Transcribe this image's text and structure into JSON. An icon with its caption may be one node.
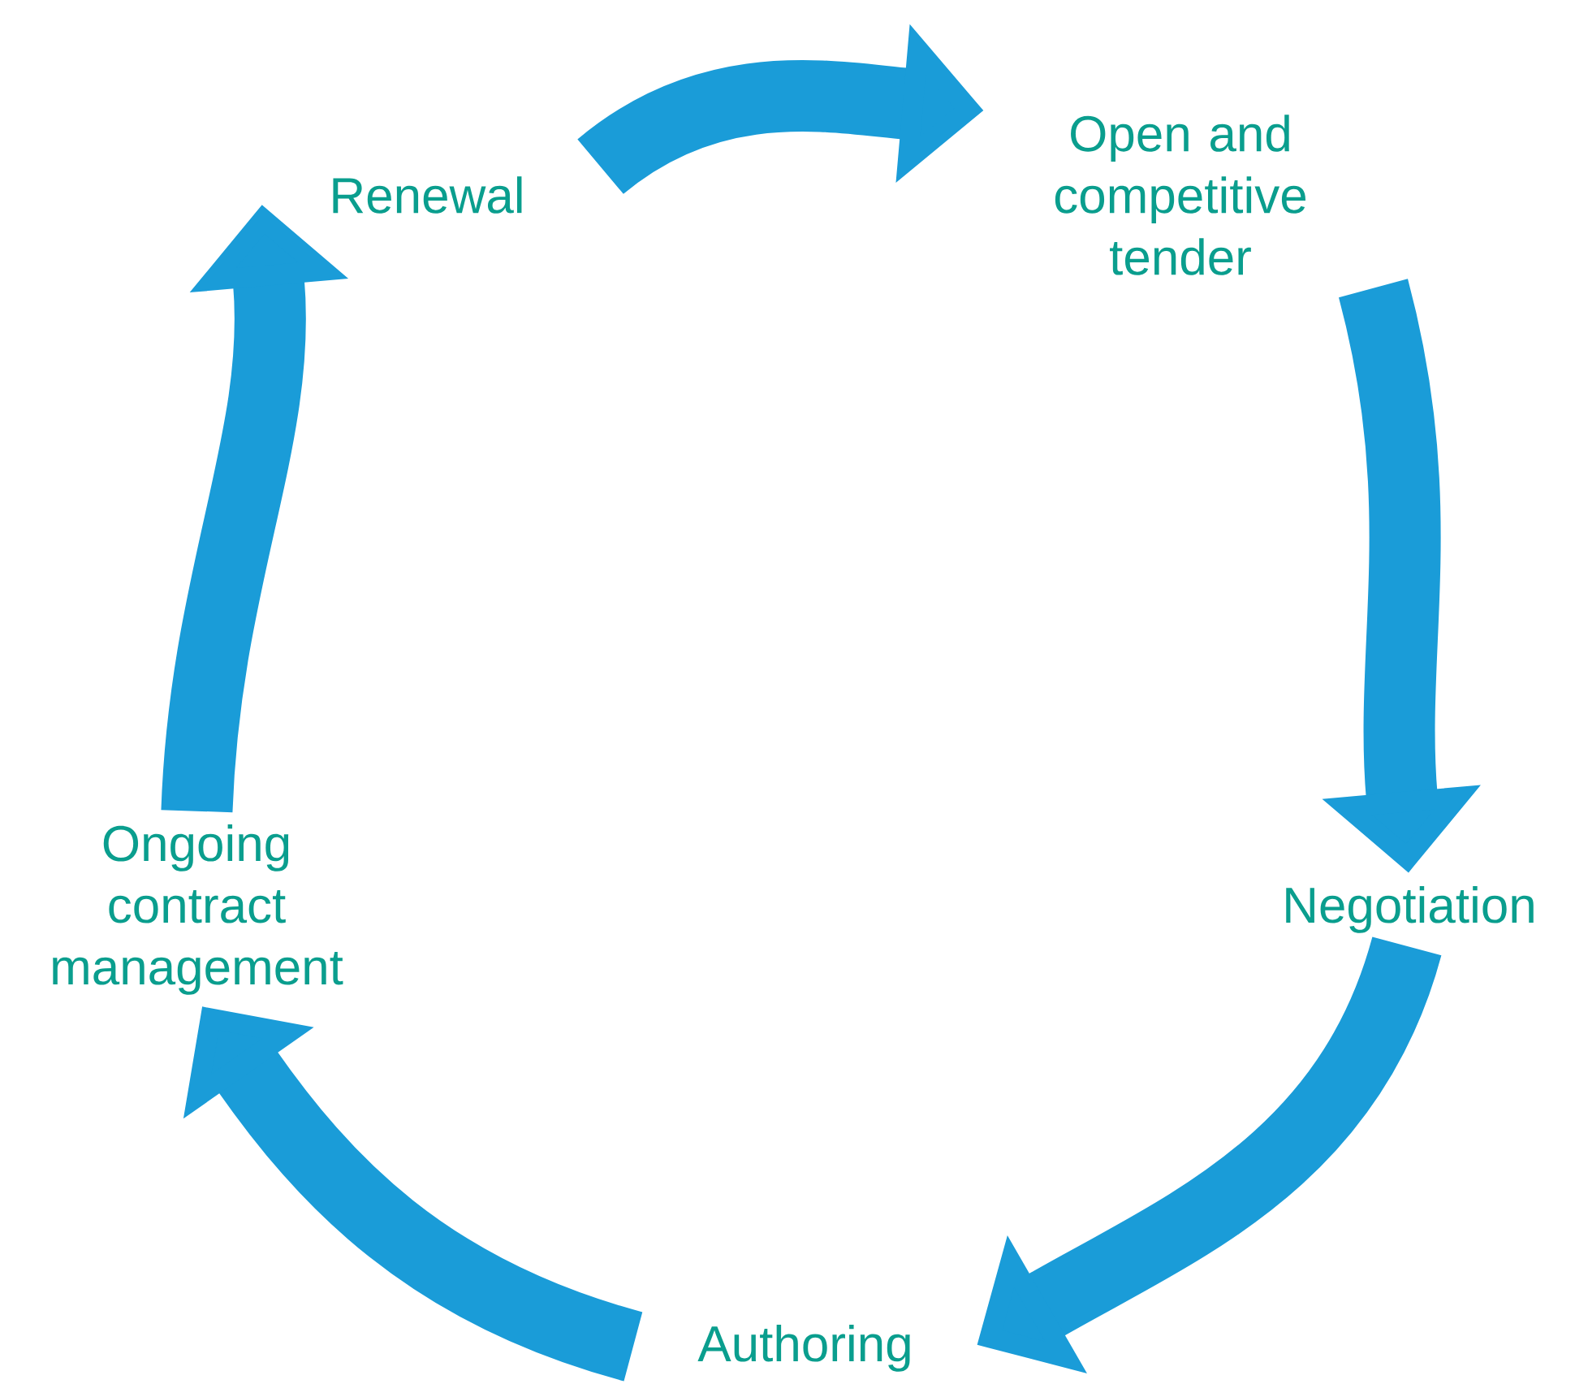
{
  "diagram": {
    "nodes": [
      {
        "text": [
          "Renewal"
        ]
      },
      {
        "text": [
          "Open and competitive tender"
        ]
      },
      {
        "text": [
          "Negotiation"
        ]
      },
      {
        "text": [
          "Authoring"
        ]
      },
      {
        "text": [
          "Ongoing contract management"
        ]
      }
    ],
    "edges": [
      {
        "from": 0,
        "to": 1,
        "arrow": "to"
      },
      {
        "from": 1,
        "to": 2,
        "arrow": "to"
      },
      {
        "from": 2,
        "to": 3,
        "arrow": "to"
      },
      {
        "from": 3,
        "to": 4,
        "arrow": "to"
      },
      {
        "from": 4,
        "to": 0,
        "arrow": "to"
      }
    ]
  }
}
